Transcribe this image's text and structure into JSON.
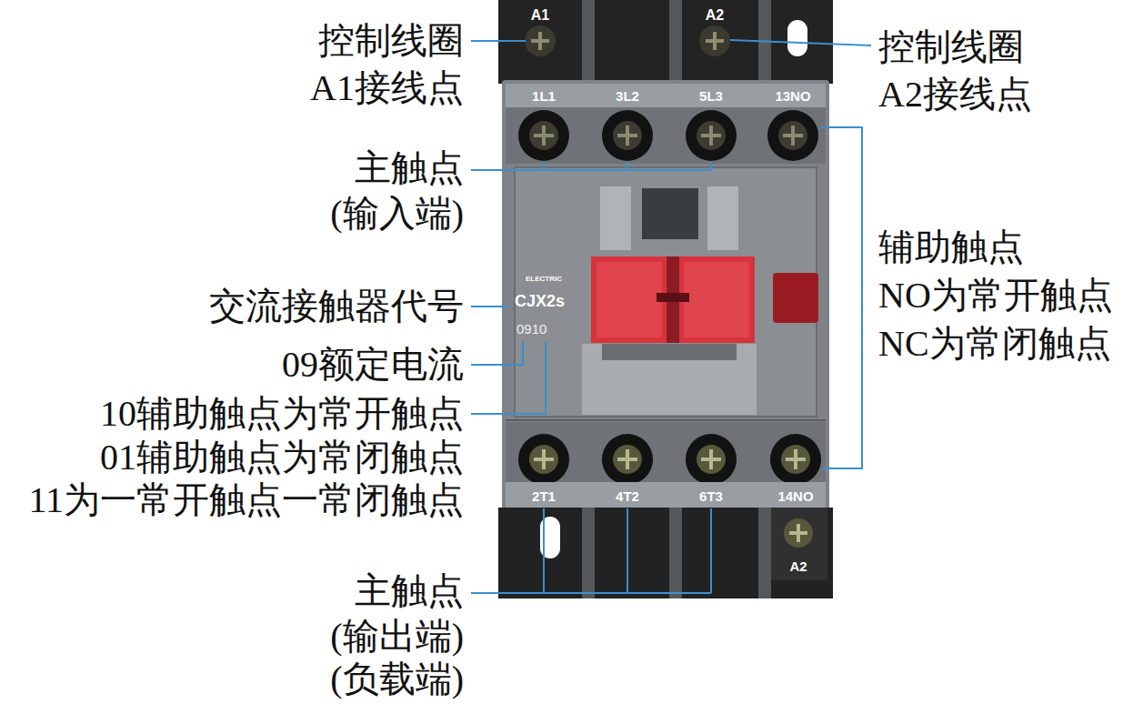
{
  "diagram": {
    "labels": [
      "A1",
      "A2",
      "控制线圈",
      "A1接线点",
      "控制线圈",
      "A2接线点",
      "1L1",
      "3L2",
      "5L3",
      "13NO",
      "主触点",
      "(输入端)",
      "ELECTRIC",
      "CJX2s",
      "0910",
      "交流接触器代号",
      "09额定电流",
      "10辅助触点为常开触点",
      "01辅助触点为常闭触点",
      "11为一常开触点一常闭触点",
      "辅助触点",
      "NO为常开触点",
      "NC为常闭触点",
      "2T1",
      "4T2",
      "6T3",
      "14NO",
      "A2",
      "主触点",
      "(输出端)",
      "(负载端)"
    ]
  }
}
